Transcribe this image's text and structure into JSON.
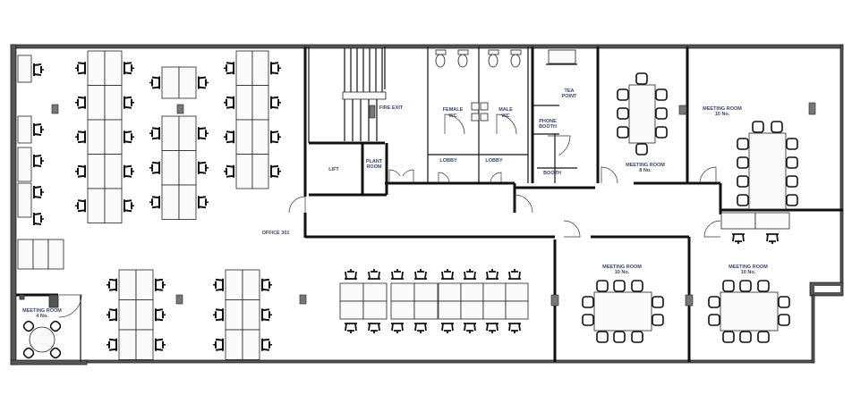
{
  "floor_plan": {
    "rooms": {
      "office": "OFFICE 301",
      "fire_exit": "FIRE EXIT",
      "lift": "LIFT",
      "plant_room": [
        "PLANT",
        "ROOM"
      ],
      "female_wc": [
        "FEMALE",
        "WC"
      ],
      "male_wc": [
        "MALE",
        "WC"
      ],
      "lobby_1": "LOBBY",
      "lobby_2": "LOBBY",
      "tea_point": [
        "TEA",
        "POINT"
      ],
      "phone_booth": [
        "PHONE",
        "BOOTH"
      ],
      "booth": "BOOTH",
      "meeting_8": [
        "MEETING ROOM",
        "8 No."
      ],
      "meeting_10_top": [
        "MEETING ROOM",
        "10 No."
      ],
      "meeting_10_a": [
        "MEETING ROOM",
        "10 No."
      ],
      "meeting_10_b": [
        "MEETING ROOM",
        "10 No."
      ],
      "meeting_4": [
        "MEETING ROOM",
        "4 No."
      ]
    }
  }
}
